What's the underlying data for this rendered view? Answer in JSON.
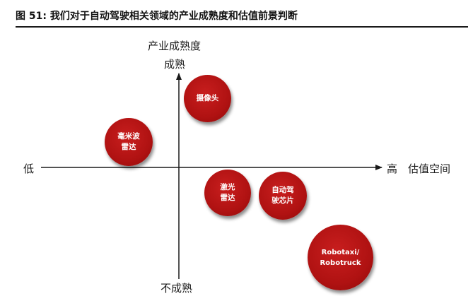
{
  "figure": {
    "title": "图 51: 我们对于自动驾驶相关领域的产业成熟度和估值前景判断"
  },
  "axes": {
    "y_title": "产业成熟度",
    "y_top": "成熟",
    "y_bottom": "不成熟",
    "x_left": "低",
    "x_right": "高",
    "x_title": "估值空间"
  },
  "bubbles": [
    {
      "label": "摄像头"
    },
    {
      "label": "毫米波\n雷达"
    },
    {
      "label": "激光\n雷达"
    },
    {
      "label": "自动驾\n驶芯片"
    },
    {
      "label": "Robotaxi/\nRobotruck"
    }
  ],
  "colors": {
    "bubble": "#b01212",
    "axis": "#1a1a1a"
  }
}
